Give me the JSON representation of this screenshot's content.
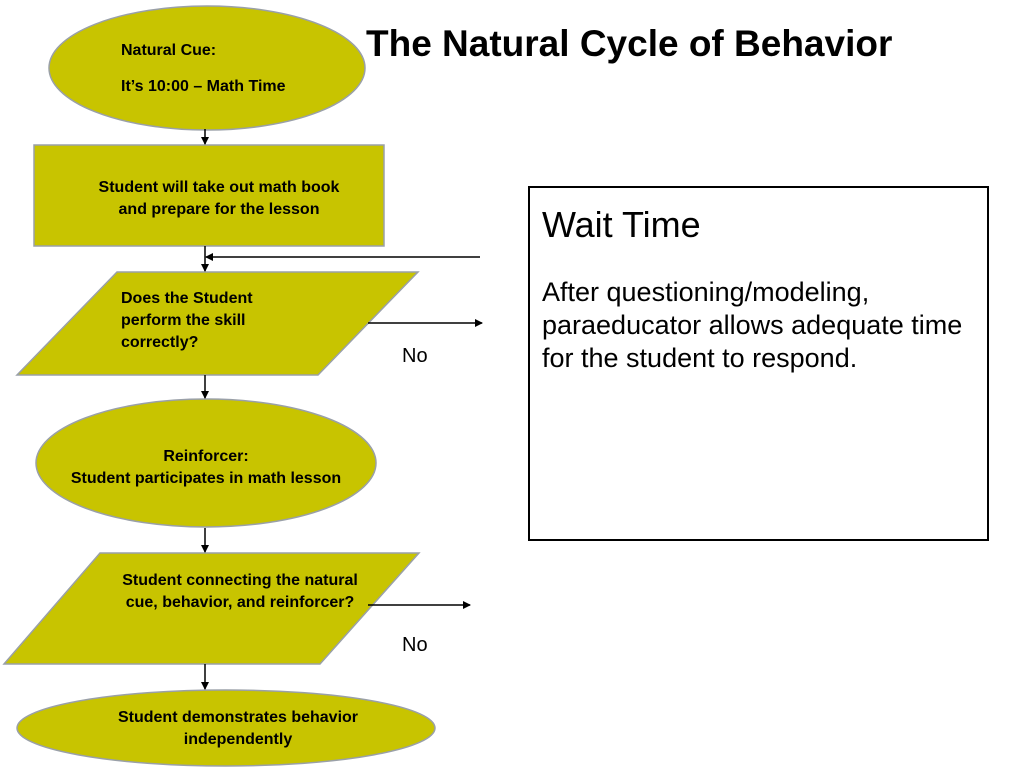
{
  "title": "The Natural Cycle of Behavior",
  "colors": {
    "shape_fill": "#c8c400",
    "shape_stroke": "#9aa0a8",
    "arrow": "#000000"
  },
  "flow": {
    "natural_cue": {
      "line1": "Natural Cue:",
      "line2": "It’s 10:00 – Math Time"
    },
    "prepare": {
      "line1": "Student will take out math book",
      "line2": "and prepare for the lesson"
    },
    "perform_check": {
      "line1": "Does the Student",
      "line2": "perform the skill",
      "line3": "correctly?",
      "no_label": "No"
    },
    "reinforcer": {
      "line1": "Reinforcer:",
      "line2": "Student participates in math lesson"
    },
    "connecting_check": {
      "line1": "Student connecting the natural",
      "line2": "cue, behavior, and reinforcer?",
      "no_label": "No"
    },
    "independent": {
      "line1": "Student demonstrates behavior",
      "line2": "independently"
    }
  },
  "wait_time": {
    "heading": "Wait Time",
    "body": "After questioning/modeling, paraeducator allows adequate time for the student to respond."
  }
}
